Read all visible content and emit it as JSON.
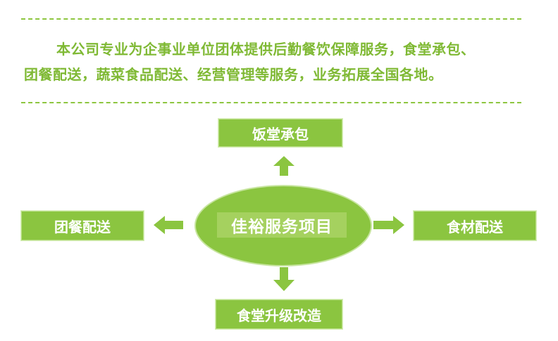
{
  "intro": {
    "line1": "本公司专业为企事业单位团体提供后勤餐饮保障服务，食堂承包、",
    "line2": "团餐配送，蔬菜食品配送、经营管理等服务，业务拓展全国各地。"
  },
  "diagram": {
    "center": "佳裕服务项目",
    "top": "饭堂承包",
    "left": "团餐配送",
    "right": "食材配送",
    "bottom": "食堂升级改造"
  },
  "colors": {
    "primary_green": "#8bc540",
    "text_green": "#7fb934",
    "label_green": "#a5d15f"
  }
}
